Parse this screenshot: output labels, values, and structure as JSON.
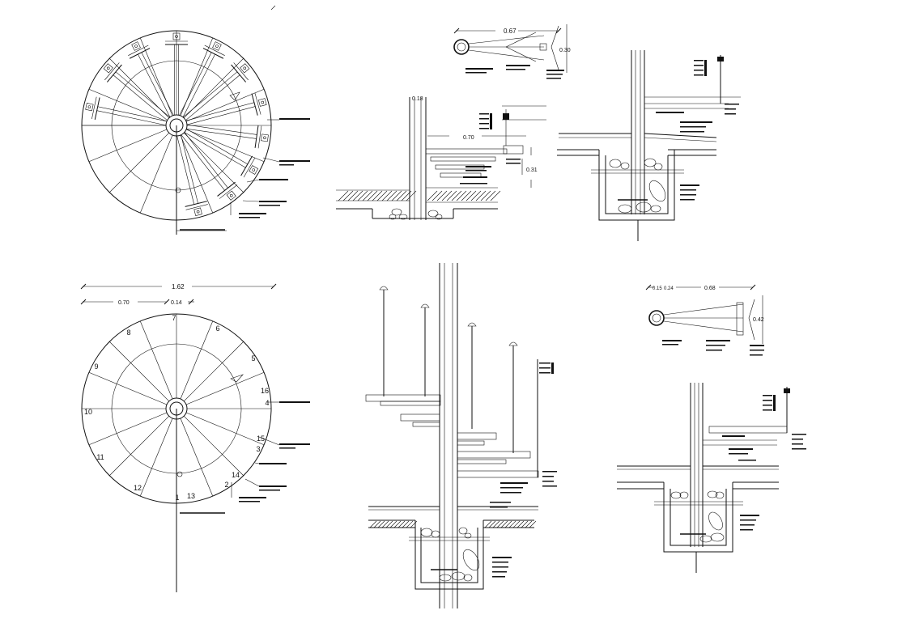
{
  "plan_dimensions": {
    "overall": "1.62",
    "left": "0.70",
    "right": "0.14"
  },
  "step_numbers": [
    "1",
    "2",
    "3",
    "4",
    "5",
    "6",
    "7",
    "8",
    "9",
    "10",
    "11",
    "12",
    "13",
    "14",
    "15",
    "16"
  ],
  "detail_top": {
    "width": "0.67",
    "height": "0.30"
  },
  "detail_bottom": {
    "width_a": "0.15",
    "width_b": "0.24",
    "width_c": "0.68",
    "height": "0.42"
  },
  "section_left": {
    "column": "0.18",
    "tread": "0.70",
    "riser": "0.31"
  }
}
